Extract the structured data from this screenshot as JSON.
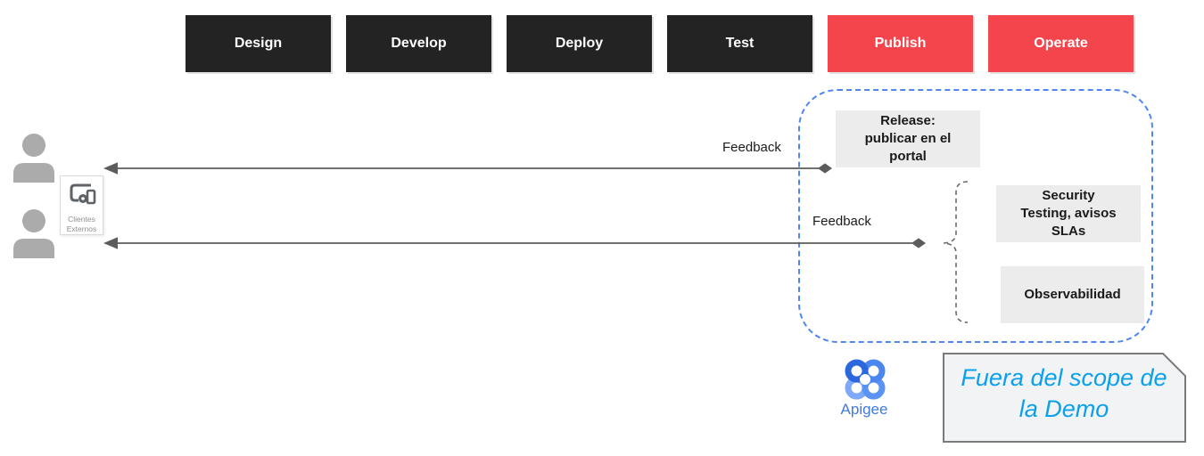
{
  "stages": [
    {
      "label": "Design",
      "type": "dark"
    },
    {
      "label": "Develop",
      "type": "dark"
    },
    {
      "label": "Deploy",
      "type": "dark"
    },
    {
      "label": "Test",
      "type": "dark"
    },
    {
      "label": "Publish",
      "type": "red"
    },
    {
      "label": "Operate",
      "type": "red"
    }
  ],
  "stage_colors": {
    "dark": "#232323",
    "red": "#F4444C"
  },
  "clients": {
    "icon": "devices-icon",
    "lines": [
      "Clientes",
      "Externos"
    ]
  },
  "arrows": [
    {
      "label": "Feedback"
    },
    {
      "label": "Feedback"
    }
  ],
  "scope_group": {
    "border_color": "#4f86f0",
    "release": {
      "lines": [
        "Release:",
        "publicar en el",
        "portal"
      ]
    },
    "security": {
      "lines": [
        "Security",
        "Testing, avisos",
        "SLAs"
      ]
    },
    "observability": {
      "label": "Observabilidad"
    }
  },
  "apigee": {
    "label": "Apigee",
    "logo_colors": [
      "#2B67DD",
      "#4A86EE",
      "#7FA9F8",
      "#5B93F3"
    ]
  },
  "note": {
    "lines": [
      "Fuera del scope de",
      "la Demo"
    ],
    "text_color": "#0AA0EC",
    "fill": "#F1F3F4"
  }
}
